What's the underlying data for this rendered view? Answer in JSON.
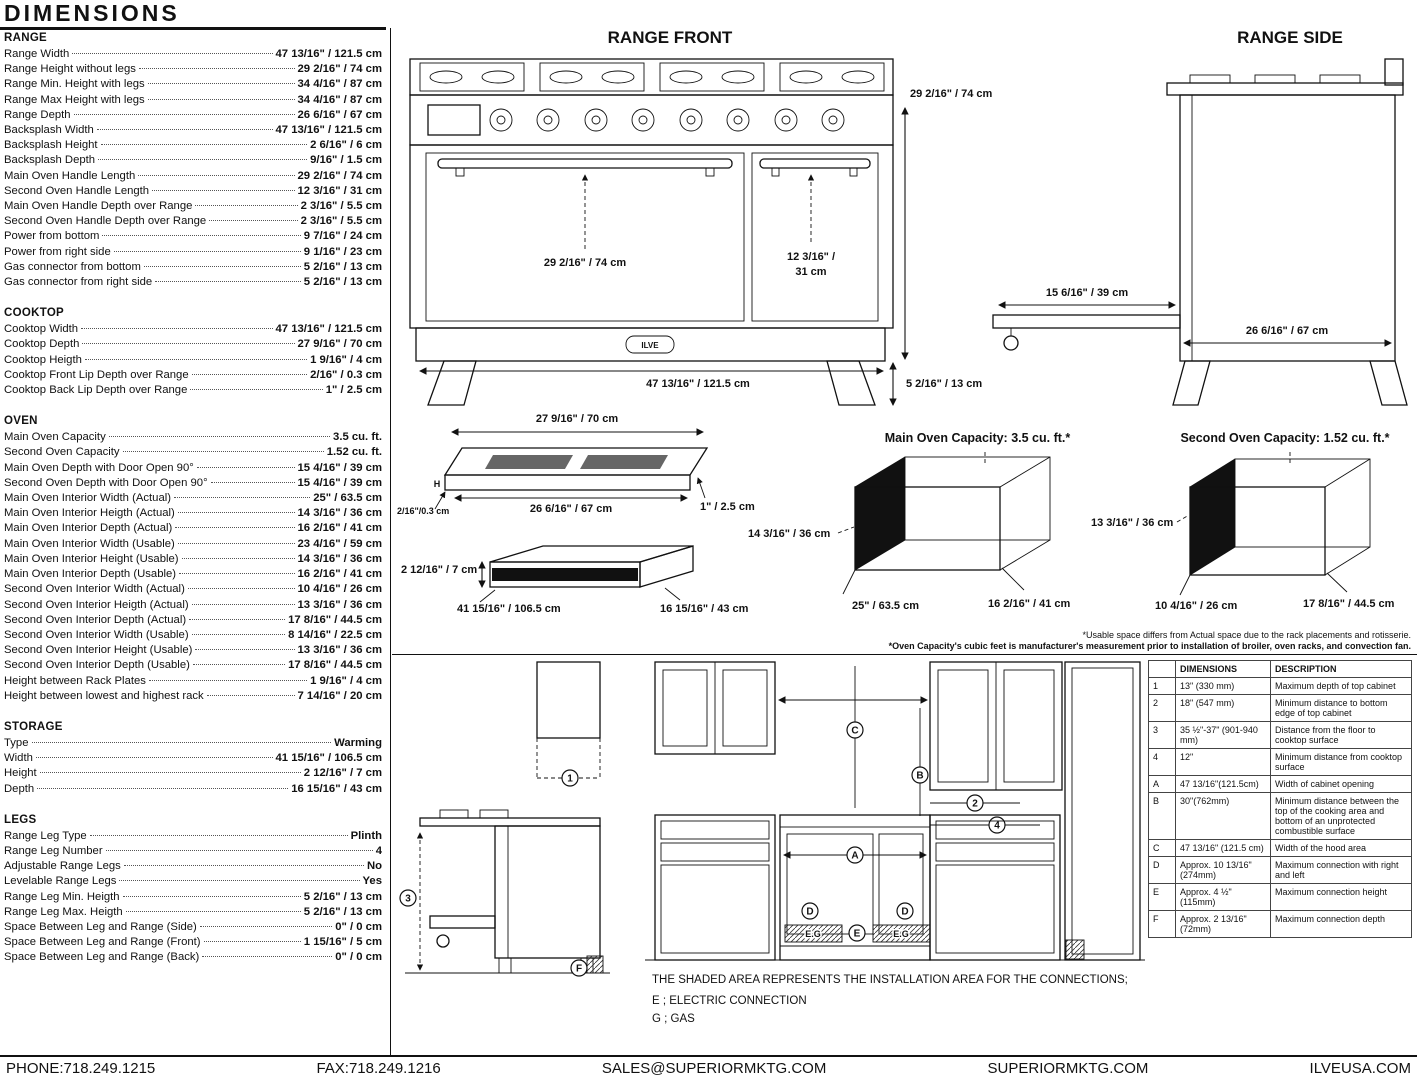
{
  "title": "DIMENSIONS",
  "brand": "ILVE",
  "specs": {
    "range": {
      "title": "RANGE",
      "rows": [
        {
          "label": "Range Width",
          "value": "47 13/16\" / 121.5 cm"
        },
        {
          "label": "Range Height without legs",
          "value": "29 2/16\" / 74 cm"
        },
        {
          "label": "Range Min. Height with legs",
          "value": "34 4/16\" / 87 cm"
        },
        {
          "label": "Range Max Height with legs",
          "value": "34 4/16\" / 87 cm"
        },
        {
          "label": "Range Depth",
          "value": "26 6/16\" / 67 cm"
        },
        {
          "label": "Backsplash Width",
          "value": "47 13/16\" / 121.5 cm"
        },
        {
          "label": "Backsplash Height",
          "value": "2 6/16\" / 6 cm"
        },
        {
          "label": "Backsplash Depth",
          "value": "9/16\" / 1.5 cm"
        },
        {
          "label": "Main Oven Handle Length",
          "value": "29 2/16\" / 74 cm"
        },
        {
          "label": "Second Oven Handle Length",
          "value": "12 3/16\" / 31 cm"
        },
        {
          "label": "Main Oven Handle Depth over Range",
          "value": "2 3/16\" / 5.5 cm"
        },
        {
          "label": "Second Oven Handle Depth over Range",
          "value": "2 3/16\" / 5.5 cm"
        },
        {
          "label": "Power from bottom",
          "value": "9 7/16\" / 24 cm"
        },
        {
          "label": "Power from right side",
          "value": "9 1/16\" / 23 cm"
        },
        {
          "label": "Gas connector from bottom",
          "value": "5 2/16\" / 13 cm"
        },
        {
          "label": "Gas connector from right side",
          "value": "5 2/16\" / 13 cm"
        }
      ]
    },
    "cooktop": {
      "title": "COOKTOP",
      "rows": [
        {
          "label": "Cooktop Width",
          "value": "47 13/16\" / 121.5 cm"
        },
        {
          "label": "Cooktop Depth",
          "value": "27 9/16\" / 70 cm"
        },
        {
          "label": "Cooktop Heigth",
          "value": "1 9/16\" / 4 cm"
        },
        {
          "label": "Cooktop Front Lip Depth over Range",
          "value": "2/16\" / 0.3 cm"
        },
        {
          "label": "Cooktop Back Lip Depth over Range",
          "value": "1\" / 2.5 cm"
        }
      ]
    },
    "oven": {
      "title": "OVEN",
      "rows": [
        {
          "label": "Main Oven Capacity",
          "value": "3.5 cu. ft."
        },
        {
          "label": "Second Oven Capacity",
          "value": "1.52 cu. ft."
        },
        {
          "label": "Main Oven Depth with Door Open 90°",
          "value": "15 4/16\" / 39 cm"
        },
        {
          "label": "Second Oven Depth with Door Open 90°",
          "value": "15 4/16\" / 39 cm"
        },
        {
          "label": "Main Oven Interior Width (Actual)",
          "value": "25\" / 63.5 cm"
        },
        {
          "label": "Main Oven Interior Heigth (Actual)",
          "value": "14 3/16\" / 36 cm"
        },
        {
          "label": "Main Oven Interior Depth (Actual)",
          "value": "16 2/16\" / 41 cm"
        },
        {
          "label": "Main Oven Interior Width (Usable)",
          "value": "23 4/16\" / 59 cm"
        },
        {
          "label": "Main Oven Interior Height (Usable)",
          "value": "14 3/16\" / 36 cm"
        },
        {
          "label": "Main Oven Interior Depth (Usable)",
          "value": "16 2/16\" / 41 cm"
        },
        {
          "label": "Second Oven Interior Width (Actual)",
          "value": "10 4/16\" / 26 cm"
        },
        {
          "label": "Second Oven Interior Heigth (Actual)",
          "value": "13 3/16\" / 36 cm"
        },
        {
          "label": "Second Oven Interior Depth (Actual)",
          "value": "17 8/16\" / 44.5 cm"
        },
        {
          "label": "Second Oven Interior Width (Usable)",
          "value": "8 14/16\" / 22.5 cm"
        },
        {
          "label": "Second Oven Interior Height (Usable)",
          "value": "13 3/16\" / 36 cm"
        },
        {
          "label": "Second Oven Interior Depth (Usable)",
          "value": "17 8/16\" / 44.5 cm"
        },
        {
          "label": "Height between Rack Plates",
          "value": "1 9/16\" / 4 cm"
        },
        {
          "label": "Height between lowest and highest rack",
          "value": "7 14/16\" / 20 cm"
        }
      ]
    },
    "storage": {
      "title": "STORAGE",
      "rows": [
        {
          "label": "Type",
          "value": "Warming"
        },
        {
          "label": "Width",
          "value": "41 15/16\" / 106.5 cm"
        },
        {
          "label": "Height",
          "value": "2 12/16\" / 7 cm"
        },
        {
          "label": "Depth",
          "value": "16 15/16\" / 43 cm"
        }
      ]
    },
    "legs": {
      "title": "LEGS",
      "rows": [
        {
          "label": "Range Leg Type",
          "value": "Plinth"
        },
        {
          "label": "Range Leg Number",
          "value": "4"
        },
        {
          "label": "Adjustable Range Legs",
          "value": "No"
        },
        {
          "label": "Levelable Range Legs",
          "value": "Yes"
        },
        {
          "label": "Range Leg Min. Heigth",
          "value": "5 2/16\" / 13 cm"
        },
        {
          "label": "Range Leg Max. Heigth",
          "value": "5 2/16\" / 13 cm"
        },
        {
          "label": "Space Between Leg and Range (Side)",
          "value": "0\" / 0 cm"
        },
        {
          "label": "Space Between Leg and Range (Front)",
          "value": "1 15/16\" / 5 cm"
        },
        {
          "label": "Space Between Leg and Range (Back)",
          "value": "0\" / 0 cm"
        }
      ]
    }
  },
  "diagrams": {
    "range_front": {
      "title": "RANGE FRONT",
      "main_handle": "29 2/16\" / 74 cm",
      "second_handle_l1": "12 3/16\" /",
      "second_handle_l2": "31 cm",
      "height": "29 2/16\" / 74 cm",
      "width": "47 13/16\" / 121.5 cm",
      "leg_height": "5 2/16\" / 13 cm"
    },
    "range_side": {
      "title": "RANGE SIDE",
      "door_open": "15 6/16\" / 39 cm",
      "depth": "26 6/16\" / 67 cm"
    },
    "cooktop": {
      "width": "27 9/16\" / 70 cm",
      "inner_width": "26 6/16\" / 67 cm",
      "back_lip": "1\" / 2.5 cm",
      "front_lip": "2/16\"/0.3 cm",
      "h_label": "H"
    },
    "storage": {
      "height": "2 12/16\" / 7 cm",
      "width": "41 15/16\" / 106.5 cm",
      "depth": "16 15/16\" / 43 cm"
    },
    "main_oven": {
      "title": "Main Oven Capacity: 3.5 cu. ft.*",
      "height": "14 3/16\" / 36 cm",
      "width": "25\" / 63.5 cm",
      "depth": "16 2/16\" / 41 cm"
    },
    "second_oven": {
      "title": "Second Oven Capacity: 1.52 cu. ft.*",
      "height": "13 3/16\" / 36 cm",
      "width": "10 4/16\" / 26 cm",
      "depth": "17 8/16\" / 44.5 cm"
    }
  },
  "notes": {
    "line1": "*Usable space differs from Actual space due to the rack placements and rotisserie.",
    "line2": "*Oven Capacity's cubic feet is manufacturer's measurement prior to installation of broiler, oven racks, and convection fan."
  },
  "install": {
    "shaded_note": "THE SHADED AREA REPRESENTS THE INSTALLATION AREA FOR THE CONNECTIONS;",
    "electric": "E ; ELECTRIC CONNECTION",
    "gas": "G ; GAS",
    "eg_label": "E.G",
    "markers": {
      "one": "1",
      "two": "2",
      "three": "3",
      "four": "4",
      "a": "A",
      "b": "B",
      "c": "C",
      "d": "D",
      "e": "E",
      "f": "F"
    }
  },
  "install_table": {
    "headers": [
      "DIMENSIONS",
      "DESCRIPTION"
    ],
    "rows": [
      {
        "id": "1",
        "dimensions": "13\" (330 mm)",
        "description": "Maximum depth of top cabinet"
      },
      {
        "id": "2",
        "dimensions": "18\" (547 mm)",
        "description": "Minimum distance to bottom edge of top cabinet"
      },
      {
        "id": "3",
        "dimensions": "35 ½\"-37\" (901-940 mm)",
        "description": "Distance from the floor to cooktop surface"
      },
      {
        "id": "4",
        "dimensions": "12\"",
        "description": "Minimum distance from cooktop surface"
      },
      {
        "id": "A",
        "dimensions": "47 13/16\"(121.5cm)",
        "description": "Width of cabinet opening"
      },
      {
        "id": "B",
        "dimensions": "30\"(762mm)",
        "description": "Minimum distance between the top of the cooking area and bottom of an unprotected combustible surface"
      },
      {
        "id": "C",
        "dimensions": "47 13/16\" (121.5 cm)",
        "description": "Width of the hood area"
      },
      {
        "id": "D",
        "dimensions": "Approx. 10 13/16\" (274mm)",
        "description": "Maximum connection with right and left"
      },
      {
        "id": "E",
        "dimensions": "Approx. 4 ½\" (115mm)",
        "description": "Maximum connection height"
      },
      {
        "id": "F",
        "dimensions": "Approx. 2 13/16\" (72mm)",
        "description": "Maximum connection depth"
      }
    ]
  },
  "footer": {
    "phone": "PHONE:718.249.1215",
    "fax": "FAX:718.249.1216",
    "email": "SALES@SUPERIORMKTG.COM",
    "site1": "SUPERIORMKTG.COM",
    "site2": "ILVEUSA.COM"
  }
}
